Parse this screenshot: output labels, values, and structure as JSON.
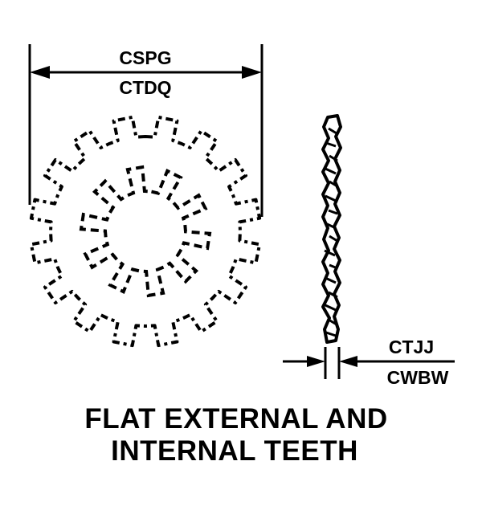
{
  "dimensions": {
    "outer_diameter_code": "CSPG",
    "outer_diameter_alt_code": "CTDQ",
    "thickness_code": "CTJJ",
    "thickness_alt_code": "CWBW"
  },
  "caption": {
    "line1": "FLAT EXTERNAL AND",
    "line2": "INTERNAL TEETH"
  },
  "colors": {
    "ink": "#000000",
    "background": "#ffffff"
  }
}
